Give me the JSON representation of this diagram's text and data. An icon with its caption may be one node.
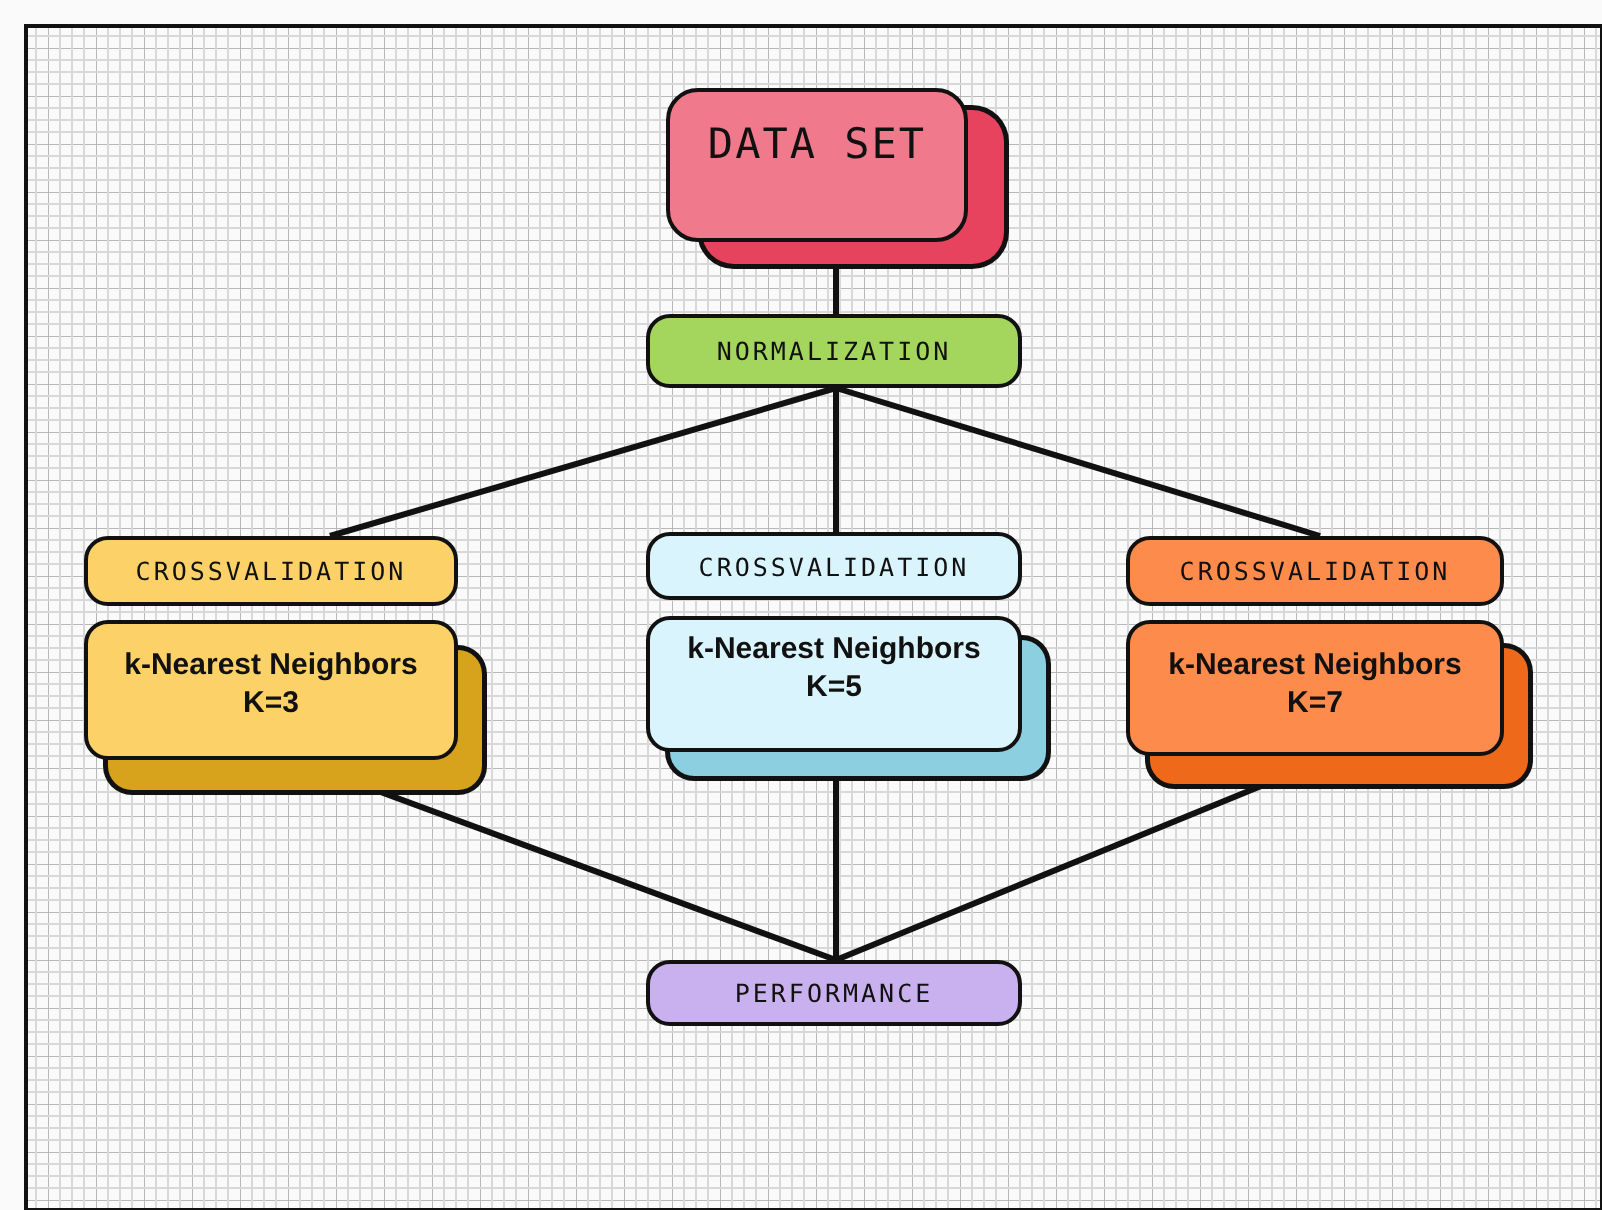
{
  "diagram": {
    "nodes": [
      {
        "text": [
          "DATA SET"
        ]
      },
      {
        "text": [
          "NORMALIZATION"
        ]
      },
      {
        "text": [
          "CROSSVALIDATION"
        ]
      },
      {
        "text": [
          "CROSSVALIDATION"
        ]
      },
      {
        "text": [
          "CROSSVALIDATION"
        ]
      },
      {
        "text": [
          "k-Nearest Neighbors K=3"
        ]
      },
      {
        "text": [
          "k-Nearest Neighbors K=5"
        ]
      },
      {
        "text": [
          "k-Nearest Neighbors K=7"
        ]
      },
      {
        "text": [
          "PERFORMANCE"
        ]
      }
    ],
    "edges": [
      {
        "from": 0,
        "to": 1,
        "arrow": "none"
      },
      {
        "from": 1,
        "to": 2,
        "arrow": "none"
      },
      {
        "from": 1,
        "to": 3,
        "arrow": "none"
      },
      {
        "from": 1,
        "to": 4,
        "arrow": "none"
      },
      {
        "from": 5,
        "to": 8,
        "arrow": "none"
      },
      {
        "from": 6,
        "to": 8,
        "arrow": "none"
      },
      {
        "from": 7,
        "to": 8,
        "arrow": "none"
      }
    ]
  }
}
